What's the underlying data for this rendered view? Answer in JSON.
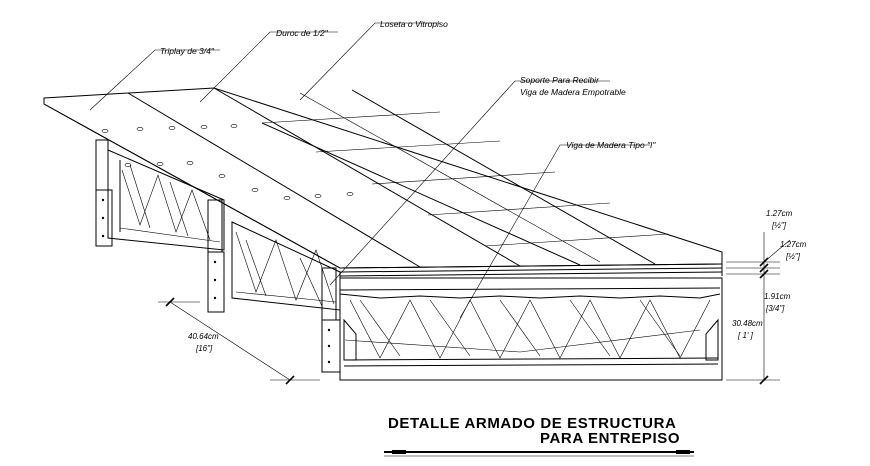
{
  "labels": {
    "triplay": "Triplay de 3/4\"",
    "duroc": "Duroc de 1/2\"",
    "loseta": "Loseta o Vitropiso",
    "soporte_line1": "Soporte Para Recibir",
    "soporte_line2": "Viga de Madera Empotrable",
    "viga": "Viga de Madera Tipo \"I\""
  },
  "dimensions": {
    "d1_cm": "1.27cm",
    "d1_in": "[½\"]",
    "d2_cm": "1.27cm",
    "d2_in": "[½\"]",
    "d3_cm": "1.91cm",
    "d3_in": "[3/4\"]",
    "d4_cm": "30.48cm",
    "d4_in": "[ 1' ]",
    "spacing_cm": "40.64cm",
    "spacing_in": "[16\"]"
  },
  "title": {
    "line1": "DETALLE ARMADO DE ESTRUCTURA",
    "line2": "PARA ENTREPISO"
  }
}
